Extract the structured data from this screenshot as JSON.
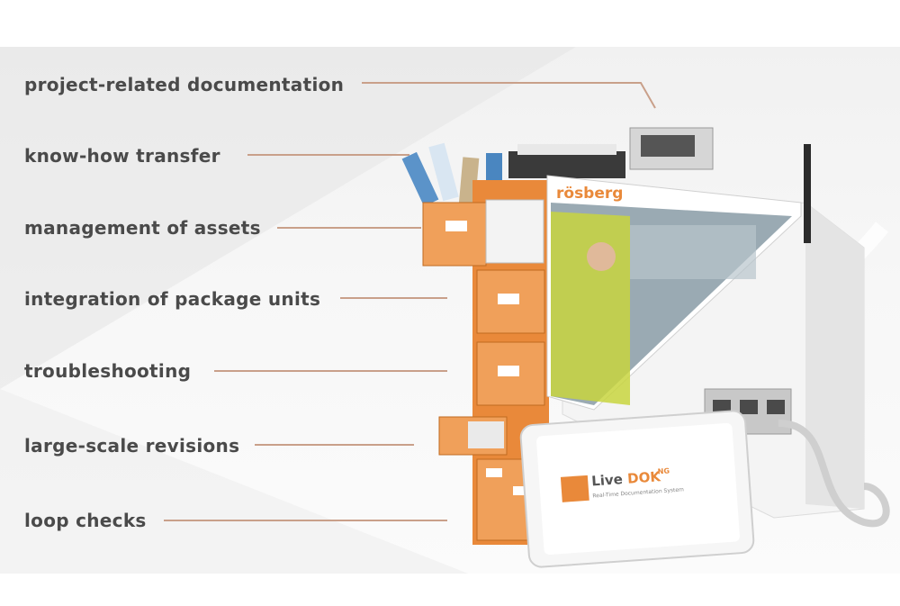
{
  "features": [
    {
      "label": "project-related documentation"
    },
    {
      "label": "know-how transfer"
    },
    {
      "label": "management of assets"
    },
    {
      "label": "integration of package units"
    },
    {
      "label": "troubleshooting"
    },
    {
      "label": "large-scale revisions"
    },
    {
      "label": "loop checks"
    }
  ],
  "product": {
    "brand": "rösberg",
    "tablet_title_a": "Live",
    "tablet_title_b": "DOK",
    "tablet_title_sup": "NG",
    "tablet_subtitle": "Real-Time Documentation System"
  },
  "colors": {
    "accent": "#e9893a",
    "line": "#c9a08a",
    "text": "#4a4a4a"
  }
}
